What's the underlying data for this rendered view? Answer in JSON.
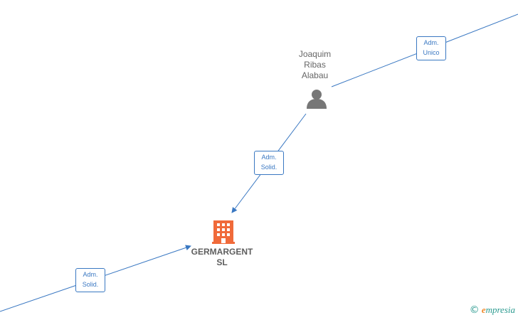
{
  "nodes": {
    "person": {
      "name": "Joaquim\nRibas\nAlabau",
      "icon": "person-icon"
    },
    "company": {
      "name": "GERMARGENT\nSL",
      "icon": "building-icon",
      "color": "#f06a3a"
    }
  },
  "edges": [
    {
      "label_line1": "Adm.",
      "label_line2": "Unico"
    },
    {
      "label_line1": "Adm.",
      "label_line2": "Solid."
    },
    {
      "label_line1": "Adm.",
      "label_line2": "Solid."
    }
  ],
  "watermark": {
    "symbol": "©",
    "brand_initial": "e",
    "brand_rest": "mpresia"
  },
  "colors": {
    "edge": "#3a78c2",
    "person_icon": "#777777",
    "company_icon": "#f06a3a",
    "text": "#666666"
  }
}
